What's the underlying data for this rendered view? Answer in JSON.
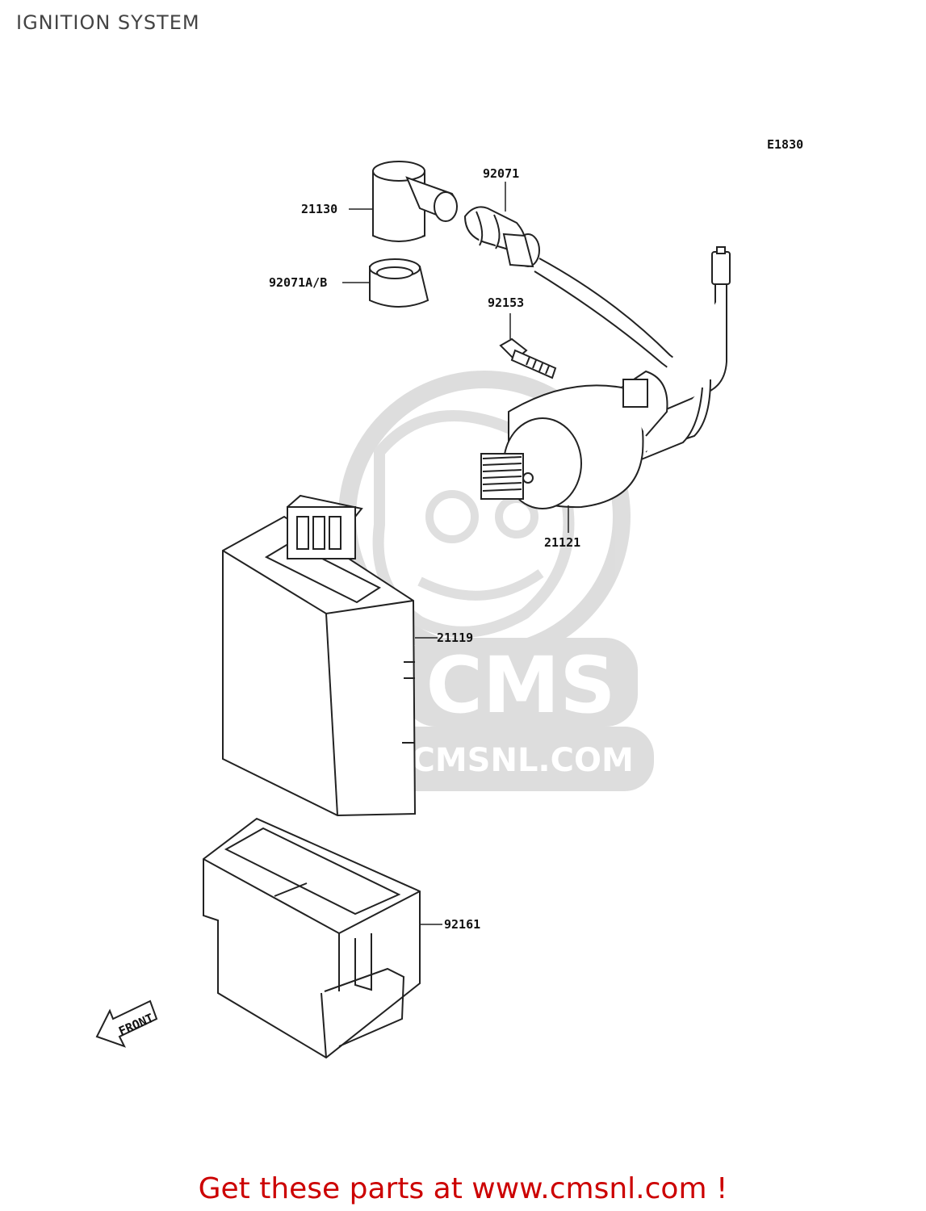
{
  "page": {
    "title": "IGNITION SYSTEM"
  },
  "diagram": {
    "code": "E1830",
    "front_label": "FRONT",
    "parts": [
      {
        "part_no": "21130"
      },
      {
        "part_no": "92071"
      },
      {
        "part_no": "92071A/B"
      },
      {
        "part_no": "92153"
      },
      {
        "part_no": "21121"
      },
      {
        "part_no": "21119"
      },
      {
        "part_no": "92161"
      }
    ]
  },
  "watermark": {
    "logo_text": "CMS",
    "url_text": "WWW.CMSNL.COM"
  },
  "footer": {
    "cta": "Get these parts at www.cmsnl.com !"
  },
  "colors": {
    "line": "#222222",
    "watermark": "#d4d4d4",
    "cta": "#cc0000"
  }
}
